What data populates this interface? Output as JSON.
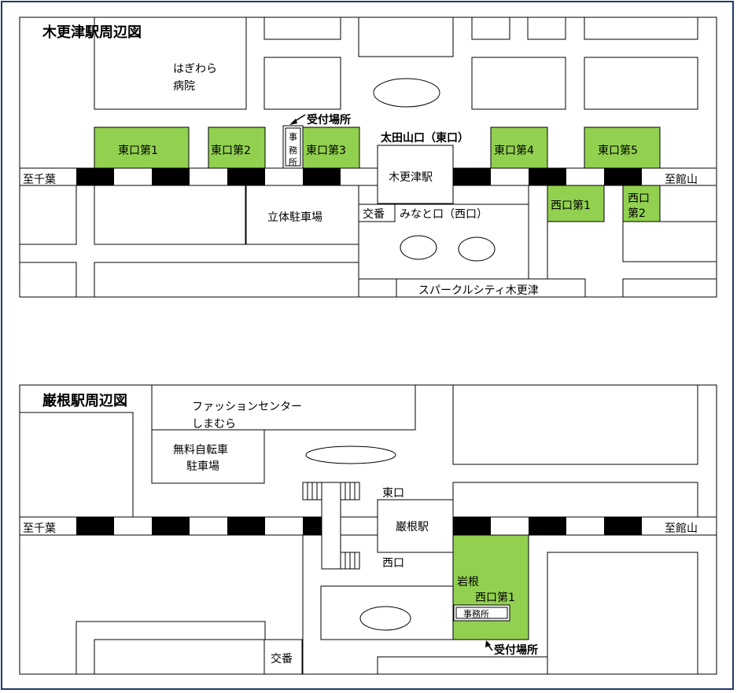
{
  "map1": {
    "title": "木更津駅周辺図",
    "hospital_line1": "はぎわら",
    "hospital_line2": "病院",
    "reception": "受付場所",
    "office_c1": "事",
    "office_c2": "務",
    "office_c3": "所",
    "east1": "東口第1",
    "east2": "東口第2",
    "east3": "東口第3",
    "east4": "東口第4",
    "east5": "東口第5",
    "ota_exit": "太田山口（東口）",
    "station": "木更津駅",
    "west1": "西口第1",
    "west2_line1": "西口",
    "west2_line2": "第2",
    "to_chiba": "至千葉",
    "to_tateyama": "至館山",
    "parking": "立体駐車場",
    "koban": "交番",
    "minato_exit": "みなと口（西口）",
    "sparkle": "スパークルシティ木更津"
  },
  "map2": {
    "title": "巌根駅周辺図",
    "fashion_line1": "ファッションセンター",
    "fashion_line2": "しまむら",
    "bike_line1": "無料自転車",
    "bike_line2": "駐車場",
    "east_exit": "東口",
    "station": "巌根駅",
    "west_exit": "西口",
    "to_chiba": "至千葉",
    "to_tateyama": "至館山",
    "lot_line1": "岩根",
    "lot_line2": "西口第1",
    "office": "事務所",
    "koban": "交番",
    "reception": "受付場所"
  },
  "colors": {
    "parking_green": "#92d050",
    "frame_border": "#1f3a6e",
    "rail_black": "#000000"
  }
}
